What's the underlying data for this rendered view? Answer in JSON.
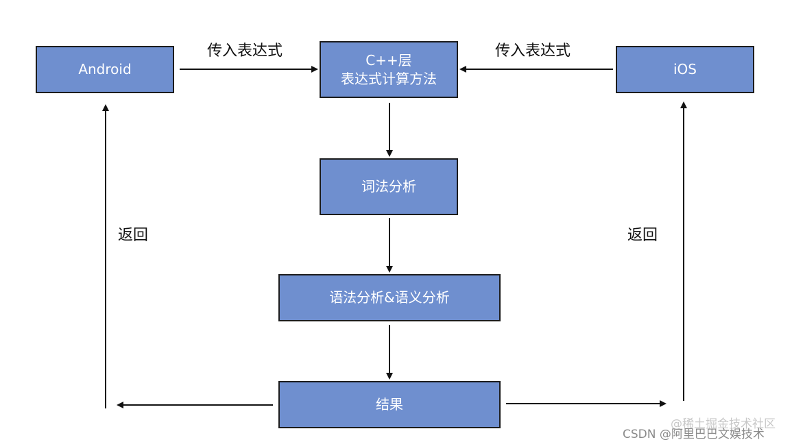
{
  "nodes": {
    "android": "Android",
    "ios": "iOS",
    "cpp": "C++层\n表达式计算方法",
    "lexical": "词法分析",
    "syntax_semantic": "语法分析&语义分析",
    "result": "结果"
  },
  "labels": {
    "pass_expr_left": "传入表达式",
    "pass_expr_right": "传入表达式",
    "return_left": "返回",
    "return_right": "返回"
  },
  "watermark": {
    "line1": "@稀土掘金技术社区",
    "line2": "CSDN @阿里巴巴文娱技术"
  },
  "colors": {
    "node_fill": "#6f8fcf",
    "node_border": "#1c1c1c",
    "arrow": "#111111",
    "watermark": "#9a9a9a"
  }
}
